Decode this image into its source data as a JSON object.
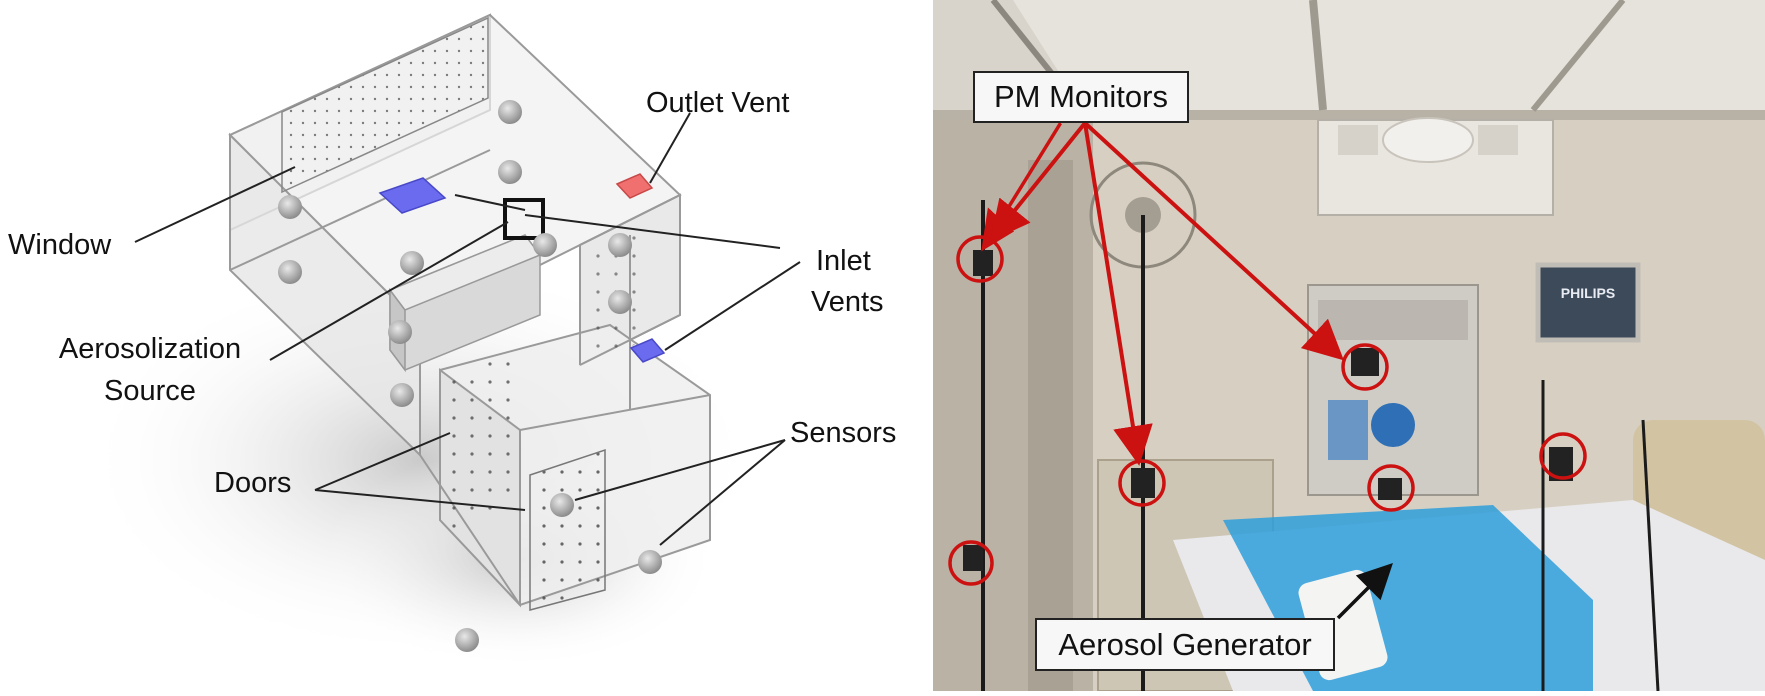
{
  "left": {
    "labels": {
      "window": "Window",
      "aerosolization_source_line1": "Aerosolization",
      "aerosolization_source_line2": "Source",
      "doors": "Doors",
      "outlet_vent": "Outlet Vent",
      "inlet_vents_line1": "Inlet",
      "inlet_vents_line2": "Vents",
      "sensors": "Sensors"
    }
  },
  "right": {
    "labels": {
      "pm_monitors": "PM Monitors",
      "aerosol_generator": "Aerosol Generator"
    },
    "monitor_screen_text": "PHILIPS"
  },
  "colors": {
    "inlet_vent": "#6b6bf0",
    "outlet_vent": "#f07070",
    "callout_arrow": "#cc1111",
    "room_edge": "#9a9a9a"
  }
}
